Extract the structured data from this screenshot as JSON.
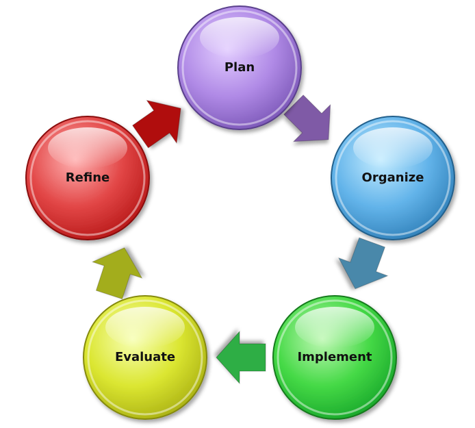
{
  "diagram": {
    "nodes": [
      {
        "id": "plan",
        "label": "Plan",
        "color": "#a880e0"
      },
      {
        "id": "organize",
        "label": "Organize",
        "color": "#5aaee6"
      },
      {
        "id": "implement",
        "label": "Implement",
        "color": "#3fd43f"
      },
      {
        "id": "evaluate",
        "label": "Evaluate",
        "color": "#d6e02a"
      },
      {
        "id": "refine",
        "label": "Refine",
        "color": "#d83a3a"
      }
    ],
    "edges": [
      {
        "from": "plan",
        "to": "organize",
        "color": "#7f5aa6"
      },
      {
        "from": "organize",
        "to": "implement",
        "color": "#4a88aa"
      },
      {
        "from": "implement",
        "to": "evaluate",
        "color": "#2fae45"
      },
      {
        "from": "evaluate",
        "to": "refine",
        "color": "#a3ad1c"
      },
      {
        "from": "refine",
        "to": "plan",
        "color": "#b00a0a"
      }
    ]
  }
}
